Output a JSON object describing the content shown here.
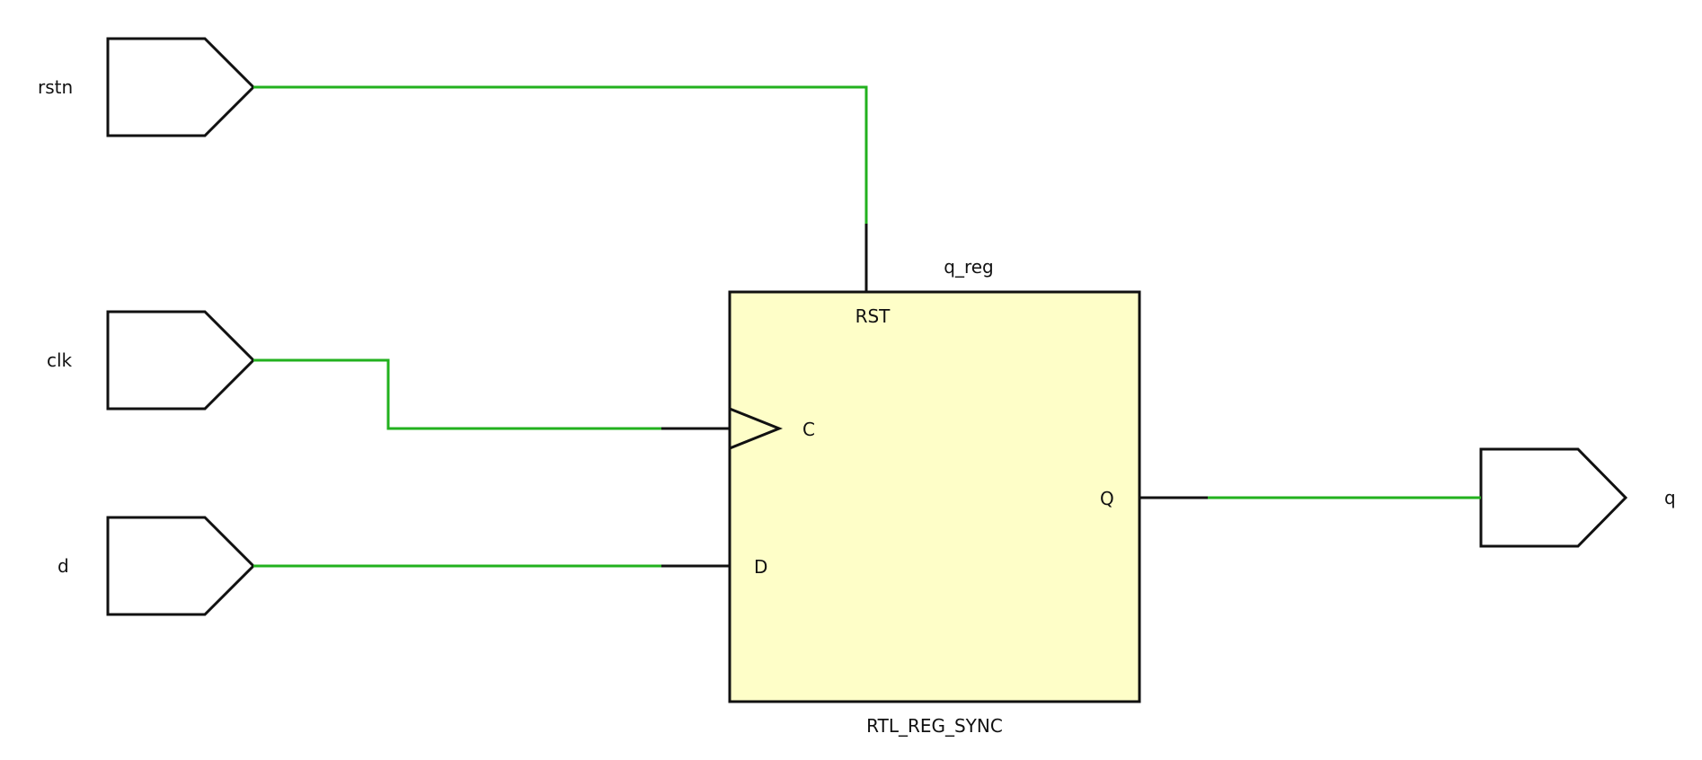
{
  "schematic": {
    "inputs": [
      {
        "id": "rstn",
        "label": "rstn"
      },
      {
        "id": "clk",
        "label": "clk"
      },
      {
        "id": "d",
        "label": "d"
      }
    ],
    "outputs": [
      {
        "id": "q",
        "label": "q"
      }
    ],
    "cell": {
      "instance_name": "q_reg",
      "cell_type": "RTL_REG_SYNC",
      "pins": {
        "rst": "RST",
        "c": "C",
        "q": "Q",
        "d": "D"
      }
    },
    "colors": {
      "wire": "#22b11e",
      "stub": "#111111",
      "outline": "#111111",
      "cell_fill": "#fefec8",
      "background": "#ffffff"
    }
  }
}
